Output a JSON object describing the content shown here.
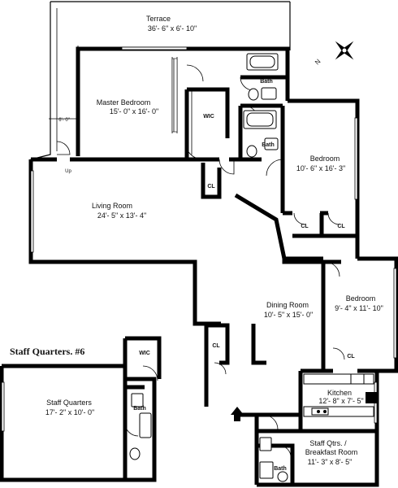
{
  "rooms": {
    "terrace": {
      "name": "Terrace",
      "dims": "36'- 6\" x 6'- 10\""
    },
    "master_bedroom": {
      "name": "Master Bedroom",
      "dims": "15'- 0\" x 16'- 0\""
    },
    "living_room": {
      "name": "Living Room",
      "dims": "24'- 5\" x 13'- 4\""
    },
    "bedroom_1": {
      "name": "Bedroom",
      "dims": "10'- 6\" x 16'- 3\""
    },
    "bedroom_2": {
      "name": "Bedroom",
      "dims": "9'- 4\" x 11'- 10\""
    },
    "dining_room": {
      "name": "Dining Room",
      "dims": "10'- 5\" x 15'- 0\""
    },
    "kitchen": {
      "name": "Kitchen",
      "dims": "12'- 8\" x 7'- 5\""
    },
    "staff_breakfast": {
      "name_line1": "Staff Qtrs. /",
      "name_line2": "Breakfast Room",
      "dims": "11'- 3\" x 8'- 5\""
    },
    "staff_quarters": {
      "name": "Staff Quarters",
      "dims": "17'- 2\" x 10'- 0\""
    }
  },
  "labels": {
    "staff_quarters_title": "Staff Quarters. #6",
    "wic": "WIC",
    "bath": "Bath",
    "closet": "CL",
    "up": "Up",
    "terrace_depth": "6'- 0\"",
    "north": "N"
  },
  "icons": {
    "compass": "compass-rose-icon",
    "entry": "entry-arrow-icon"
  }
}
